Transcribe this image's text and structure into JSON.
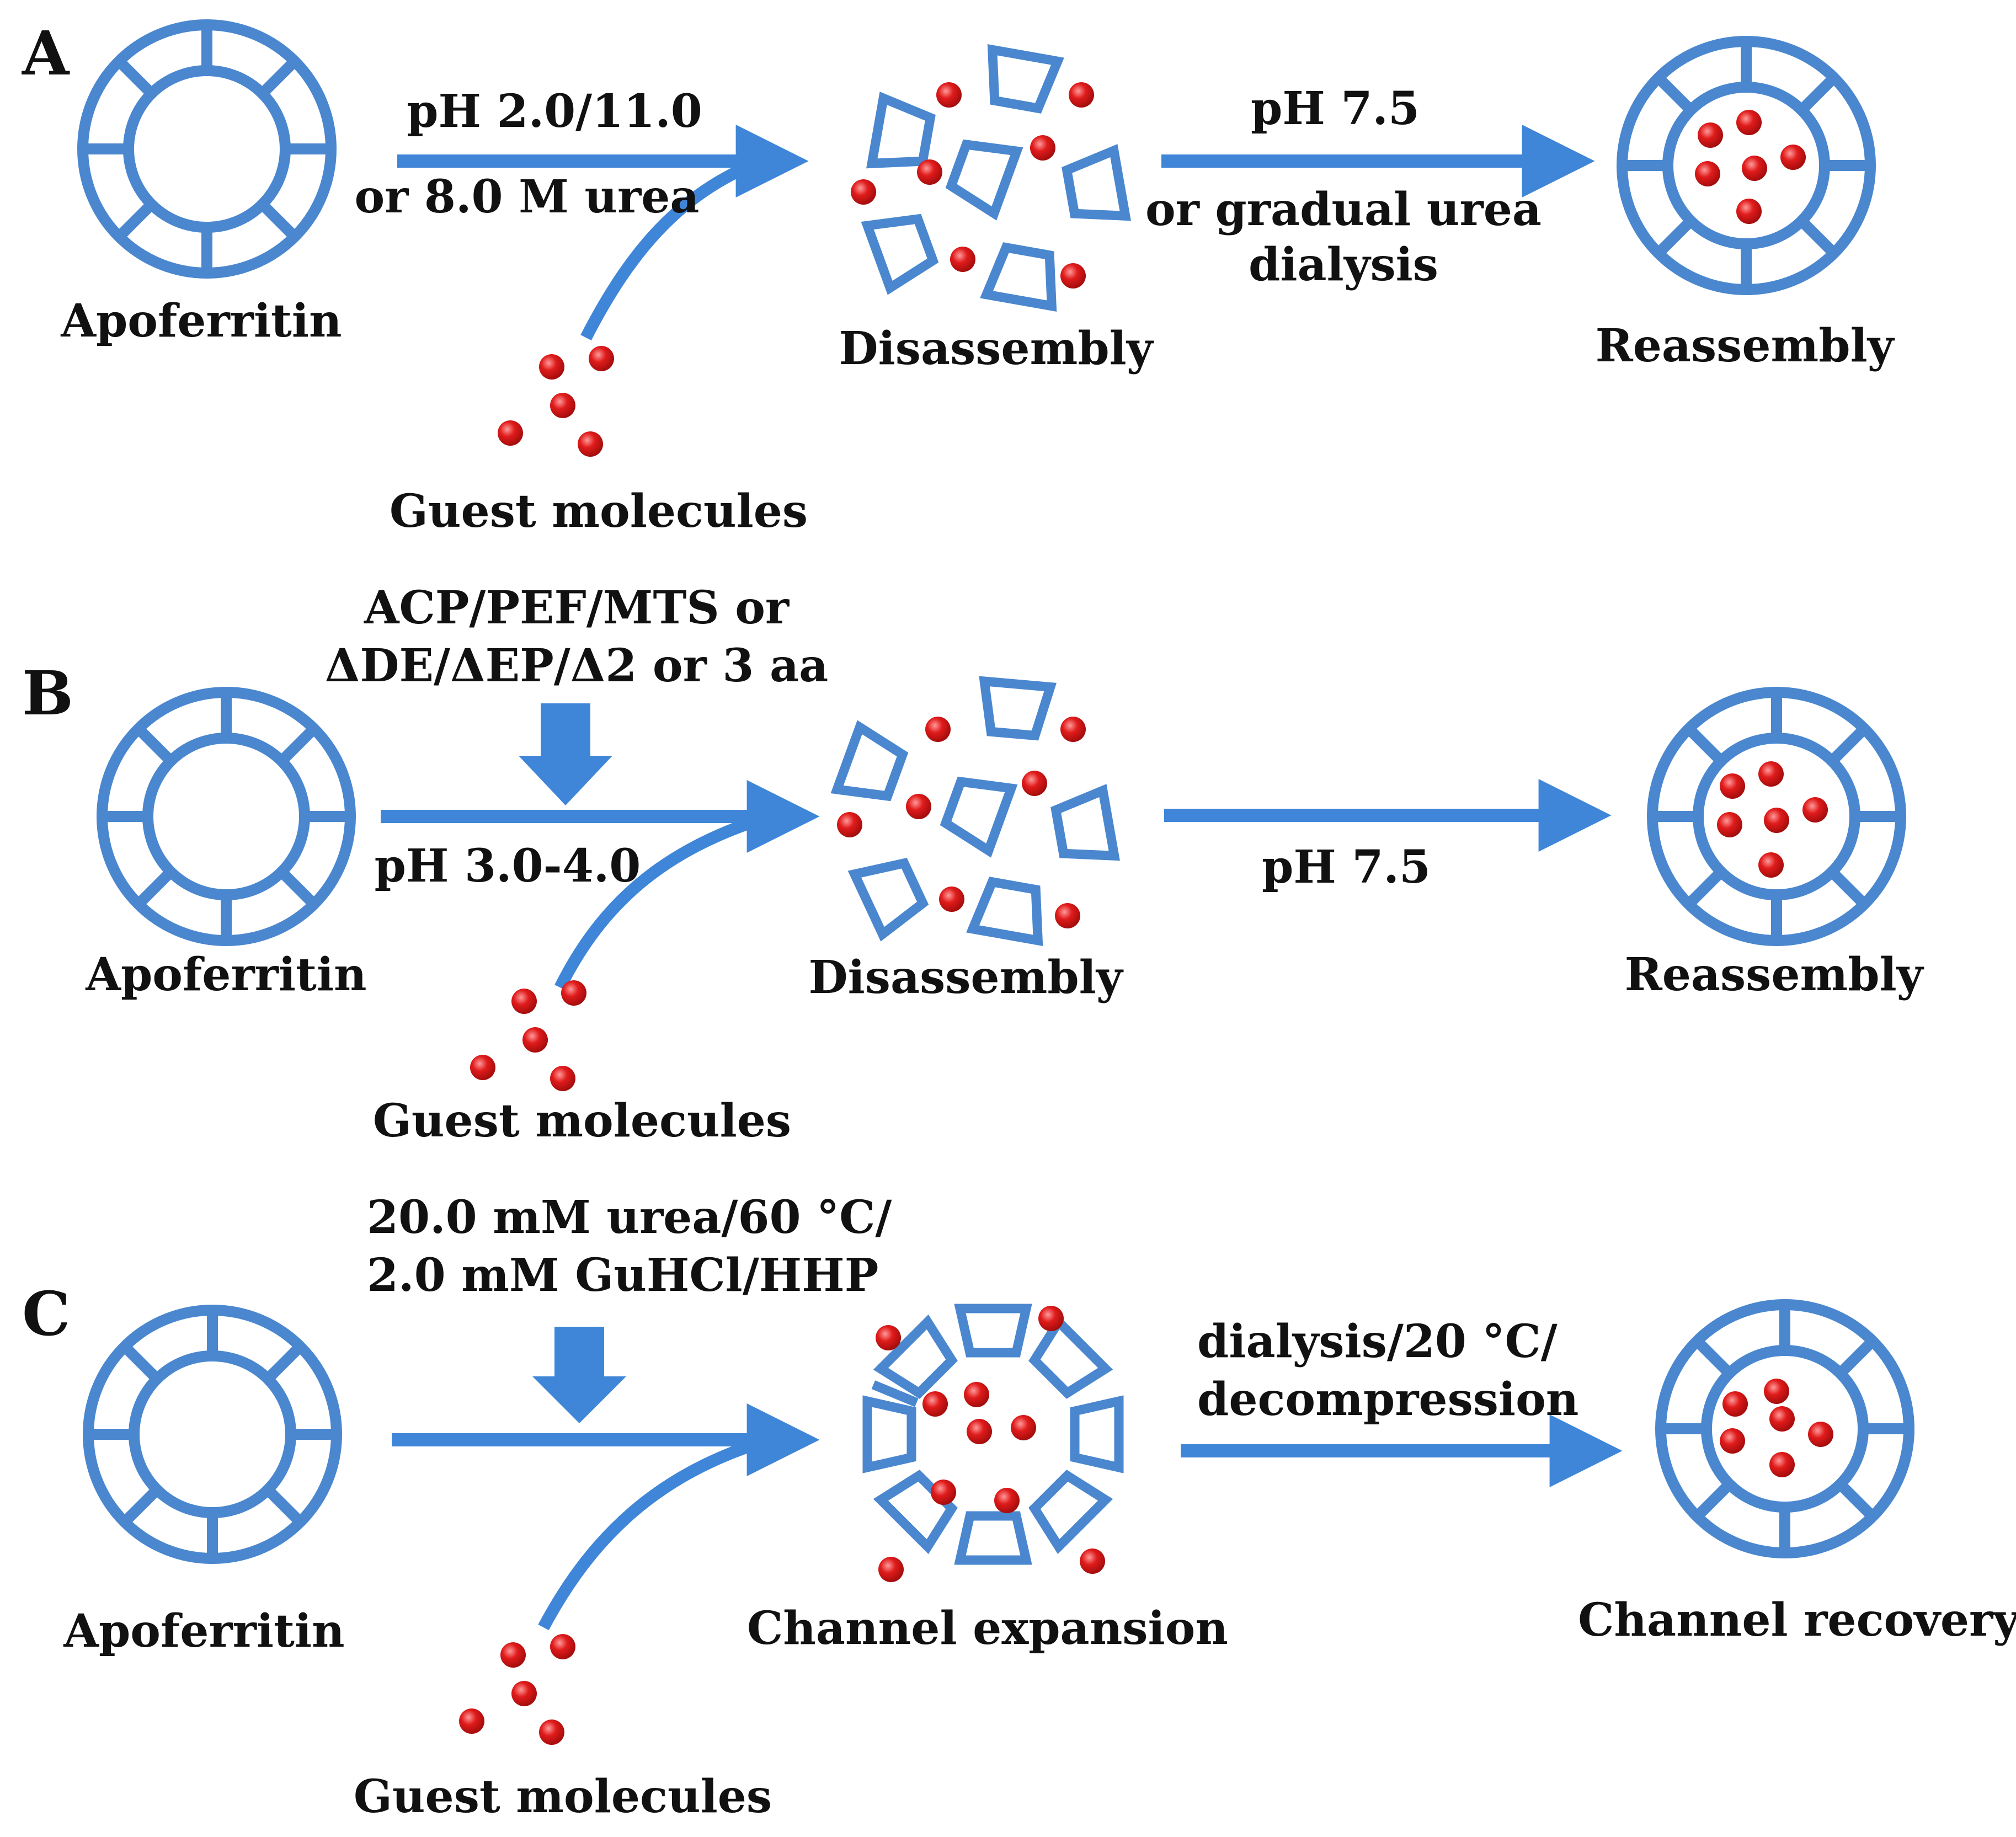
{
  "colors": {
    "protein": "#4a87cf",
    "arrow": "#3f86d8",
    "guest": "#e01b1b",
    "text": "#111111"
  },
  "panels": [
    {
      "id": "A",
      "label": "A",
      "left_condition": [
        "pH 2.0/11.0",
        "or 8.0 M urea"
      ],
      "right_condition": [
        "pH 7.5",
        "or gradual urea",
        "dialysis"
      ],
      "start_label": "Apoferritin",
      "guest_label": "Guest molecules",
      "middle_label": "Disassembly",
      "end_label": "Reassembly"
    },
    {
      "id": "B",
      "label": "B",
      "top_condition": [
        "ACP/PEF/MTS  or",
        "ΔDE/ΔEP/Δ2  or 3 aa"
      ],
      "left_condition": [
        "pH 3.0-4.0"
      ],
      "right_condition": [
        "pH 7.5"
      ],
      "start_label": "Apoferritin",
      "guest_label": "Guest molecules",
      "middle_label": "Disassembly",
      "end_label": "Reassembly"
    },
    {
      "id": "C",
      "label": "C",
      "top_condition": [
        "20.0 mM urea/60 °C/",
        "2.0 mM GuHCl/HHP"
      ],
      "right_condition": [
        "dialysis/20 °C/",
        "decompression"
      ],
      "start_label": "Apoferritin",
      "guest_label": "Guest molecules",
      "middle_label": "Channel expansion",
      "end_label": "Channel recovery"
    }
  ]
}
